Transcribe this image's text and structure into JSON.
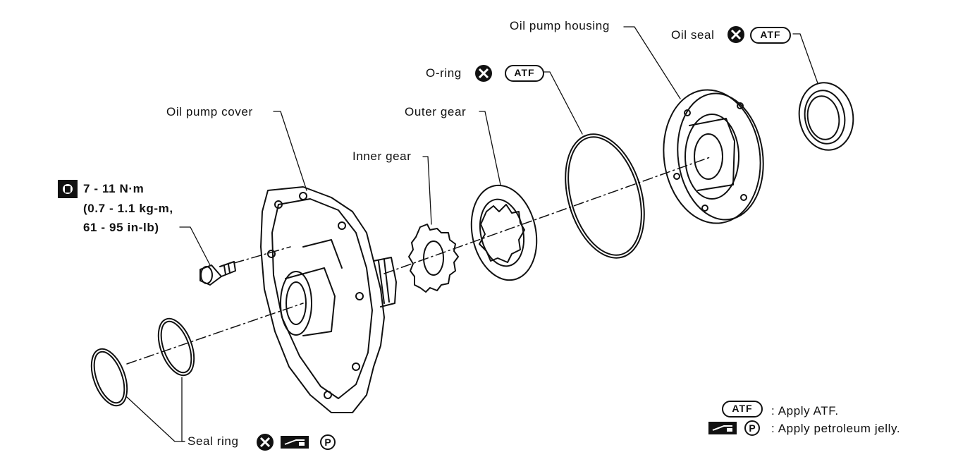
{
  "labels": {
    "oil_pump_housing": "Oil pump housing",
    "oil_seal": "Oil seal",
    "o_ring": "O-ring",
    "outer_gear": "Outer gear",
    "inner_gear": "Inner gear",
    "oil_pump_cover": "Oil pump cover",
    "seal_ring": "Seal ring"
  },
  "torque": {
    "line1": "7 - 11 N·m",
    "line2": "(0.7 - 1.1 kg-m,",
    "line3": "61 - 95 in-lb)"
  },
  "badges": {
    "atf": "ATF",
    "p": "P"
  },
  "legend": {
    "atf_text": ": Apply ATF.",
    "jelly_text": ": Apply petroleum jelly."
  },
  "icons": {
    "replace": "circled-x-icon",
    "torque": "torque-wrench-icon",
    "jelly": "petroleum-jelly-icon"
  }
}
